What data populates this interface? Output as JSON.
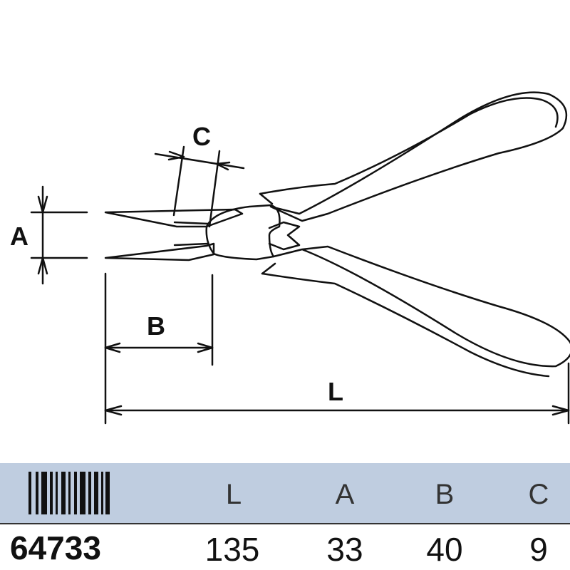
{
  "diagram": {
    "labels": {
      "A": "A",
      "B": "B",
      "C": "C",
      "L": "L"
    }
  },
  "table": {
    "header": {
      "barcode_icon": "barcode-icon",
      "L": "L",
      "A": "A",
      "B": "B",
      "C": "C"
    },
    "row": {
      "code": "64733",
      "L": "135",
      "A": "33",
      "B": "40",
      "C": "9"
    }
  },
  "colors": {
    "header_bg": "#bfcde0",
    "line": "#111111"
  }
}
